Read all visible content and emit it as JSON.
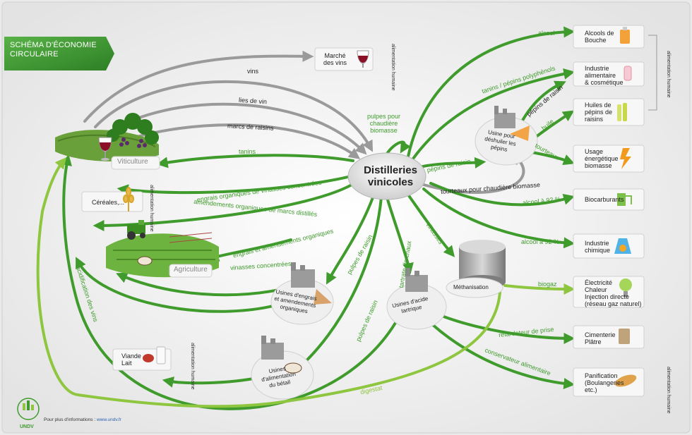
{
  "title": [
    "SCHÉMA D'ÉCONOMIE",
    "CIRCULAIRE"
  ],
  "center": [
    "Distilleries",
    "vinicoles"
  ],
  "nodes": {
    "viticulture": "Viticulture",
    "agriculture": "Agriculture",
    "cereales": "Céréales,...",
    "marche_vins": [
      "Marché",
      "des vins"
    ],
    "viande_lait": [
      "Viande",
      "Lait"
    ],
    "usine_deshuiler": [
      "Usine pour",
      "déshuiler les",
      "pépins"
    ],
    "usines_engrais": [
      "Usines d'engrais",
      "et amendements",
      "organiques"
    ],
    "usines_acide": [
      "Usines d'acide",
      "tartrique"
    ],
    "usines_betail": [
      "Usines",
      "d'alimentation",
      "du bétail"
    ],
    "methanisation": "Méthanisation"
  },
  "right_outputs": [
    [
      "Alcools de",
      "Bouche"
    ],
    [
      "Industrie",
      "alimentaire",
      "& cosmétique"
    ],
    [
      "Huiles de",
      "pépins de",
      "raisins"
    ],
    [
      "Usage",
      "énergétique",
      "biomasse"
    ],
    [
      "Biocarburants"
    ],
    [
      "Industrie",
      "chimique"
    ],
    [
      "Électricité",
      "Chaleur",
      "Injection directe",
      "(réseau gaz naturel)"
    ],
    [
      "Cimenterie",
      "Plâtre"
    ],
    [
      "Panification",
      "(Boulangeries",
      "etc.)"
    ]
  ],
  "side_notes": {
    "alimentation_humaine": "alimentation humaine",
    "right_bracket": "alimentation humaine"
  },
  "flows": {
    "vins": "vins",
    "lies_de_vin": "lies de vin",
    "marcs_de_raisins": "marcs de raisins",
    "tanins": "tanins",
    "engrais_vinasses": "engrais organiques de vinasses concentrées",
    "amendements_marcs": "amendements organiques de marcs distillés",
    "pulpes_chaudiere": [
      "pulpes pour",
      "chaudière",
      "biomasse"
    ],
    "alcool": "alcool",
    "tanins_pepins": "tanins / pépins polyphénols",
    "pepins_de_raisin_a": "pépins de raisin",
    "pepins_de_raisin_b": "pépins de raisin",
    "huile": "huile",
    "tourteaux": "tourteaux",
    "tourteaux_chaudiere": "tourteaux pour chaudière biomasse",
    "alcool_92_a": "alcool à 92 %",
    "alcool_92_b": "alcool à 92 %",
    "vinasses": "vinasses",
    "biogaz": "biogaz",
    "retardateur": "retardateur de prise",
    "conservateur": "conservateur alimentaire",
    "engrais_amendements": "engrais et amendements organiques",
    "vinasses_concentrees": "vinasses concentrées",
    "pulpes_de_raisin_a": "pulpes de raisin",
    "pulpes_de_raisin_b": "pulpes de raisin",
    "tartrate": "tartrate de chaux",
    "acidification": "acidification des vins",
    "digestat": "digestat"
  },
  "footer": {
    "prefix": "Pour plus d'informations :",
    "link": "www.undv.fr",
    "logo": "UNDV"
  },
  "colors": {
    "green": "#3f9b2c",
    "light_green": "#8ec63f",
    "grey": "#9a9a9a"
  }
}
